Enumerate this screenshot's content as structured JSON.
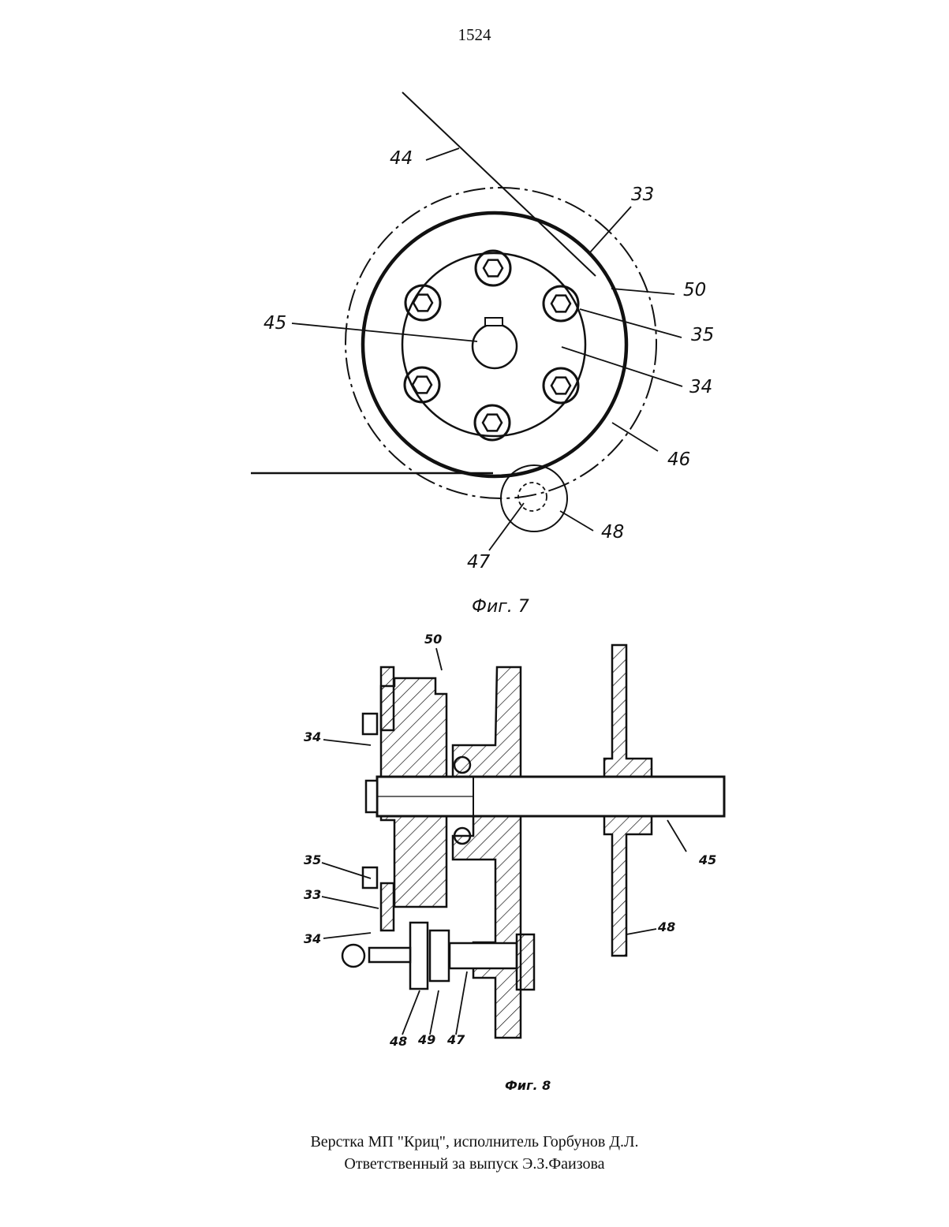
{
  "page_number": "1524",
  "figure7": {
    "caption": "Фиг. 7",
    "labels": {
      "l44": "44",
      "l33": "33",
      "l50": "50",
      "l35": "35",
      "l45": "45",
      "l34": "34",
      "l46": "46",
      "l48": "48",
      "l47": "47"
    }
  },
  "figure8": {
    "caption": "Фиг. 8",
    "labels": {
      "l50": "50",
      "l34_top": "34",
      "l45": "45",
      "l35": "35",
      "l33": "33",
      "l34_bottom": "34",
      "l48_right": "48",
      "l48_bottom": "48",
      "l49": "49",
      "l47": "47"
    }
  },
  "footer": {
    "line1": "Верстка МП \"Криц\", исполнитель Горбунов Д.Л.",
    "line2": "Ответственный за выпуск Э.З.Фаизова"
  }
}
